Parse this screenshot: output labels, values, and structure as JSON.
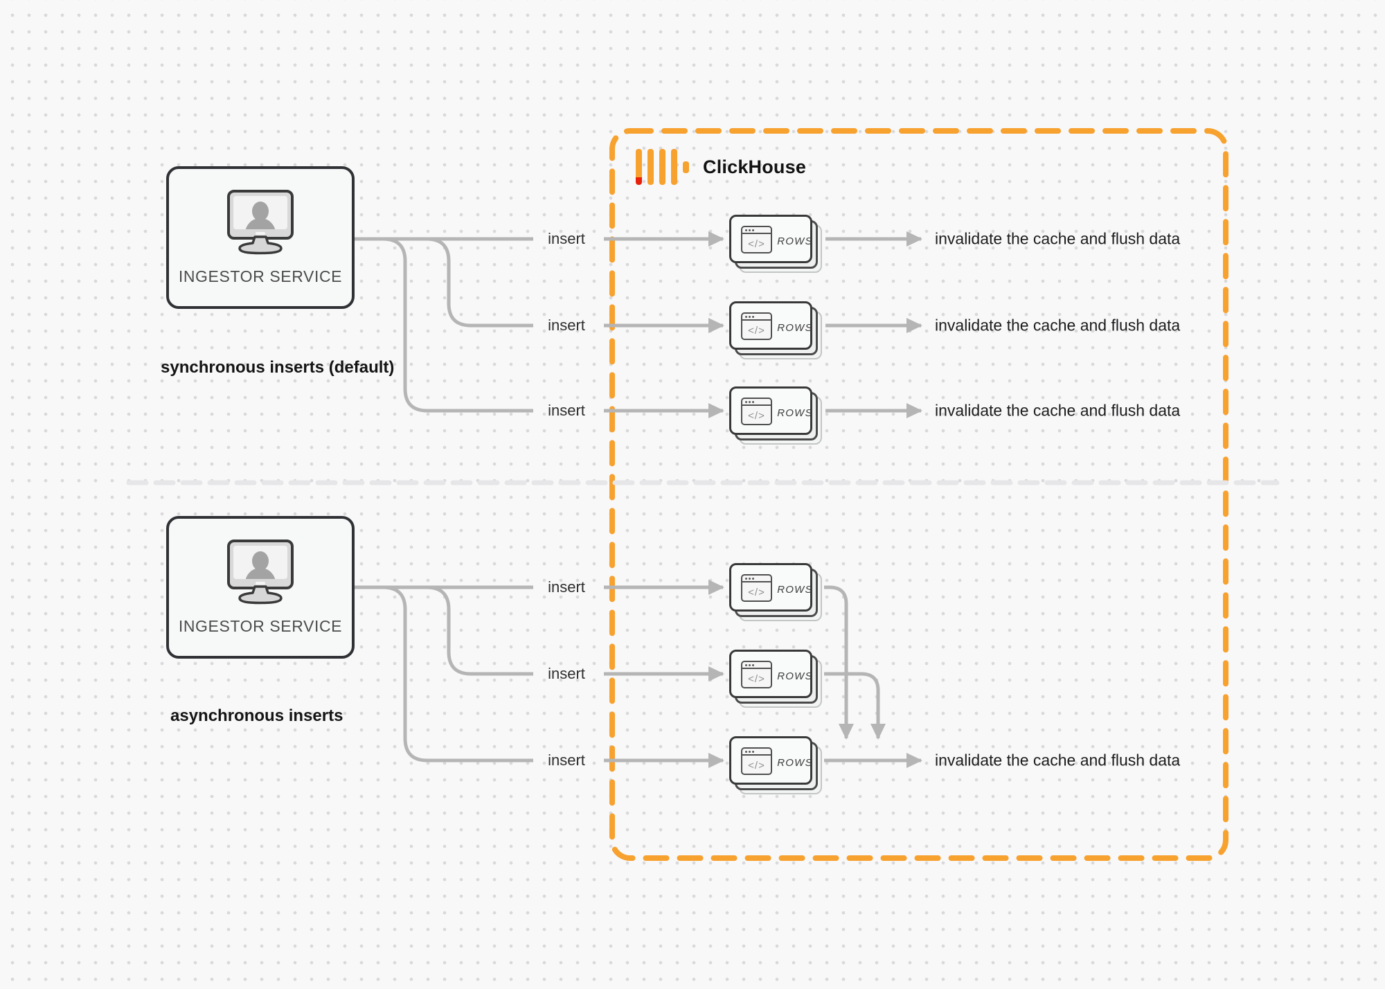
{
  "diagram": {
    "clickhouse_label": "ClickHouse",
    "rows_label": "ROWS",
    "code_glyph": "</>",
    "sync": {
      "section_label": "synchronous inserts (default)",
      "service_label": "INGESTOR SERVICE",
      "rows": [
        {
          "insert": "insert",
          "result": "invalidate the cache and flush data"
        },
        {
          "insert": "insert",
          "result": "invalidate the cache and flush data"
        },
        {
          "insert": "insert",
          "result": "invalidate the cache and flush data"
        }
      ]
    },
    "async": {
      "section_label": "asynchronous inserts",
      "service_label": "INGESTOR SERVICE",
      "rows": [
        {
          "insert": "insert"
        },
        {
          "insert": "insert"
        },
        {
          "insert": "insert"
        }
      ],
      "result": "invalidate the cache and flush data"
    },
    "colors": {
      "accent_orange": "#f7a12f",
      "brand_red": "#e8210d",
      "connector_gray": "#b5b5b5",
      "divider_gray": "#e6e6e8"
    }
  }
}
